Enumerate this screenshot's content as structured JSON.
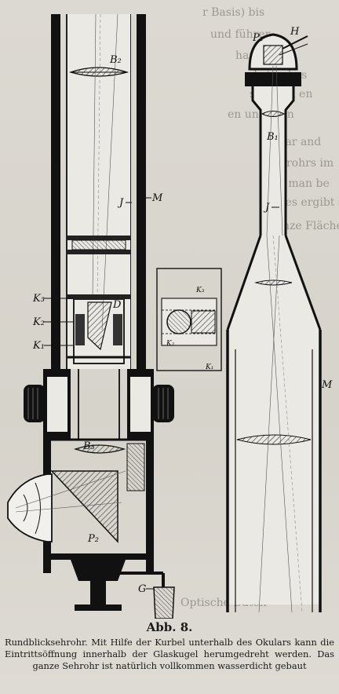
{
  "figure": {
    "labels": {
      "B2": "B₂",
      "J_left": "J",
      "M_left": "M",
      "K3_left": "K₃",
      "D": "D",
      "K2_left": "K₂",
      "K1_left": "K₁",
      "B3": "B₃",
      "P2": "P₂",
      "G": "G",
      "P1": "P₁",
      "H": "H",
      "B1": "B₁",
      "J_right": "J",
      "M_right": "M",
      "K3_inset": "K₃",
      "K2_inset": "K₂",
      "K1_inset": "K₁"
    },
    "bleed_through": [
      "r Basis) bis",
      "und führer",
      "haut. Au",
      "abstand es",
      "scheben en",
      "en und hinn",
      "Okular and",
      "Fernrohrs im",
      "tel A man be",
      "gt, es ergibt sich",
      "e ganze Fläche",
      "Optische Daten"
    ]
  },
  "caption": {
    "title": "Abb. 8.",
    "text": "Rundblicksehrohr. Mit Hilfe der Kurbel unterhalb des Okulars kann die Eintrittsöffnung innerhalb der Glaskugel herumgedreht werden. Das ganze Sehrohr ist natürlich vollkommen wasserdicht gebaut"
  }
}
